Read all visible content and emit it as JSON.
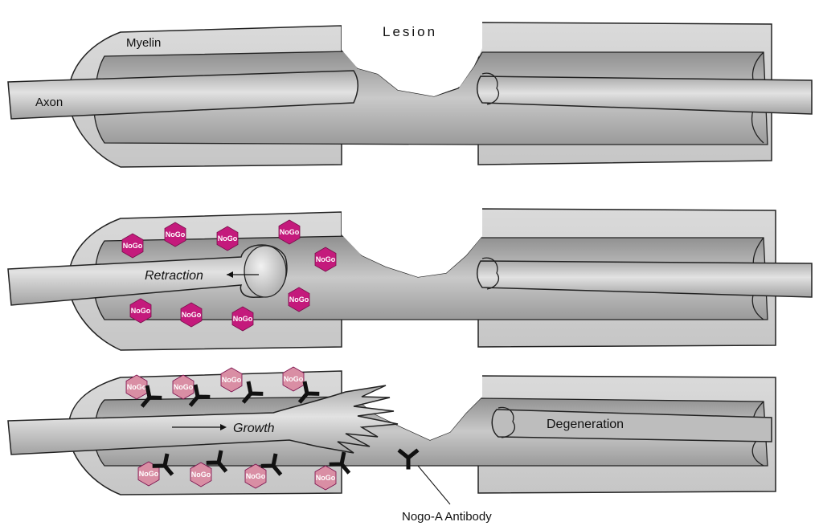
{
  "labels": {
    "myelin": "Myelin",
    "axon": "Axon",
    "lesion": "Lesion",
    "retraction": "Retraction",
    "growth": "Growth",
    "degeneration": "Degeneration",
    "antibody": "Nogo-A Antibody"
  },
  "nogo_label": "NoGo",
  "colors": {
    "nogo_active": "#c41a7c",
    "nogo_blocked": "#d98ea4",
    "antibody": "#111111",
    "tube": "#d4d4d4",
    "tube_inner": "#bdbdbd",
    "axon": "#c2c2c2",
    "outline": "#222222"
  },
  "panels": [
    {
      "name": "panel-intact-lesion",
      "nogo_count": 0,
      "antibody_count": 0
    },
    {
      "name": "panel-retraction",
      "nogo_count": 9,
      "antibody_count": 0
    },
    {
      "name": "panel-growth",
      "nogo_count": 8,
      "antibody_count": 9
    }
  ]
}
